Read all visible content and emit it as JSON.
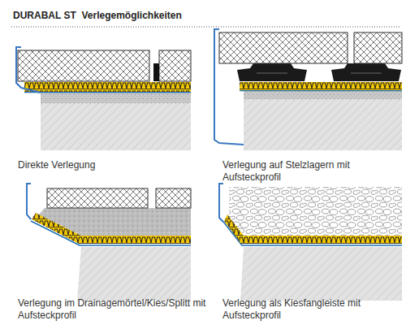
{
  "diagram": {
    "title": "DURABAL ST  Verlegemöglichkeiten",
    "labels": [
      "Direkte Verlegung",
      "Verlegung auf Stelzlagern mit Aufsteckprofil",
      "Verlegung im Drainagemörtel/Kies/Splitt mit Aufsteckprofil",
      "Verlegung als Kiesfangleiste mit Aufsteckprofil"
    ]
  }
}
